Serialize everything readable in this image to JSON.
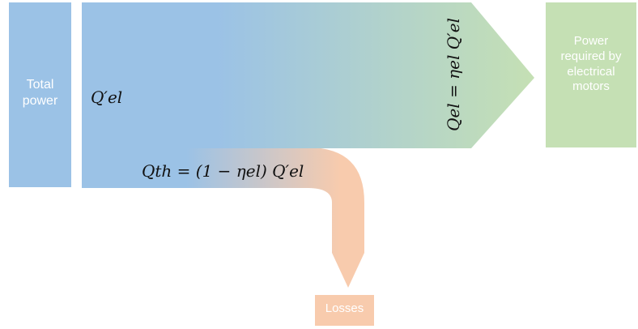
{
  "colors": {
    "blue": "#9bc2e6",
    "green": "#c5e0b4",
    "orange": "#f8cbad",
    "label_text": "#ffffff",
    "formula_text": "#111111"
  },
  "nodes": {
    "total": {
      "line1": "Total",
      "line2": "power"
    },
    "output": {
      "line1": "Power",
      "line2": "required by",
      "line3": "electrical",
      "line4": "motors"
    },
    "losses": {
      "label": "Losses"
    }
  },
  "formulas": {
    "input": "Q′el",
    "useful": "Qel = ηel Q′el",
    "thermal": "Qth = (1 − ηel) Q′el"
  }
}
